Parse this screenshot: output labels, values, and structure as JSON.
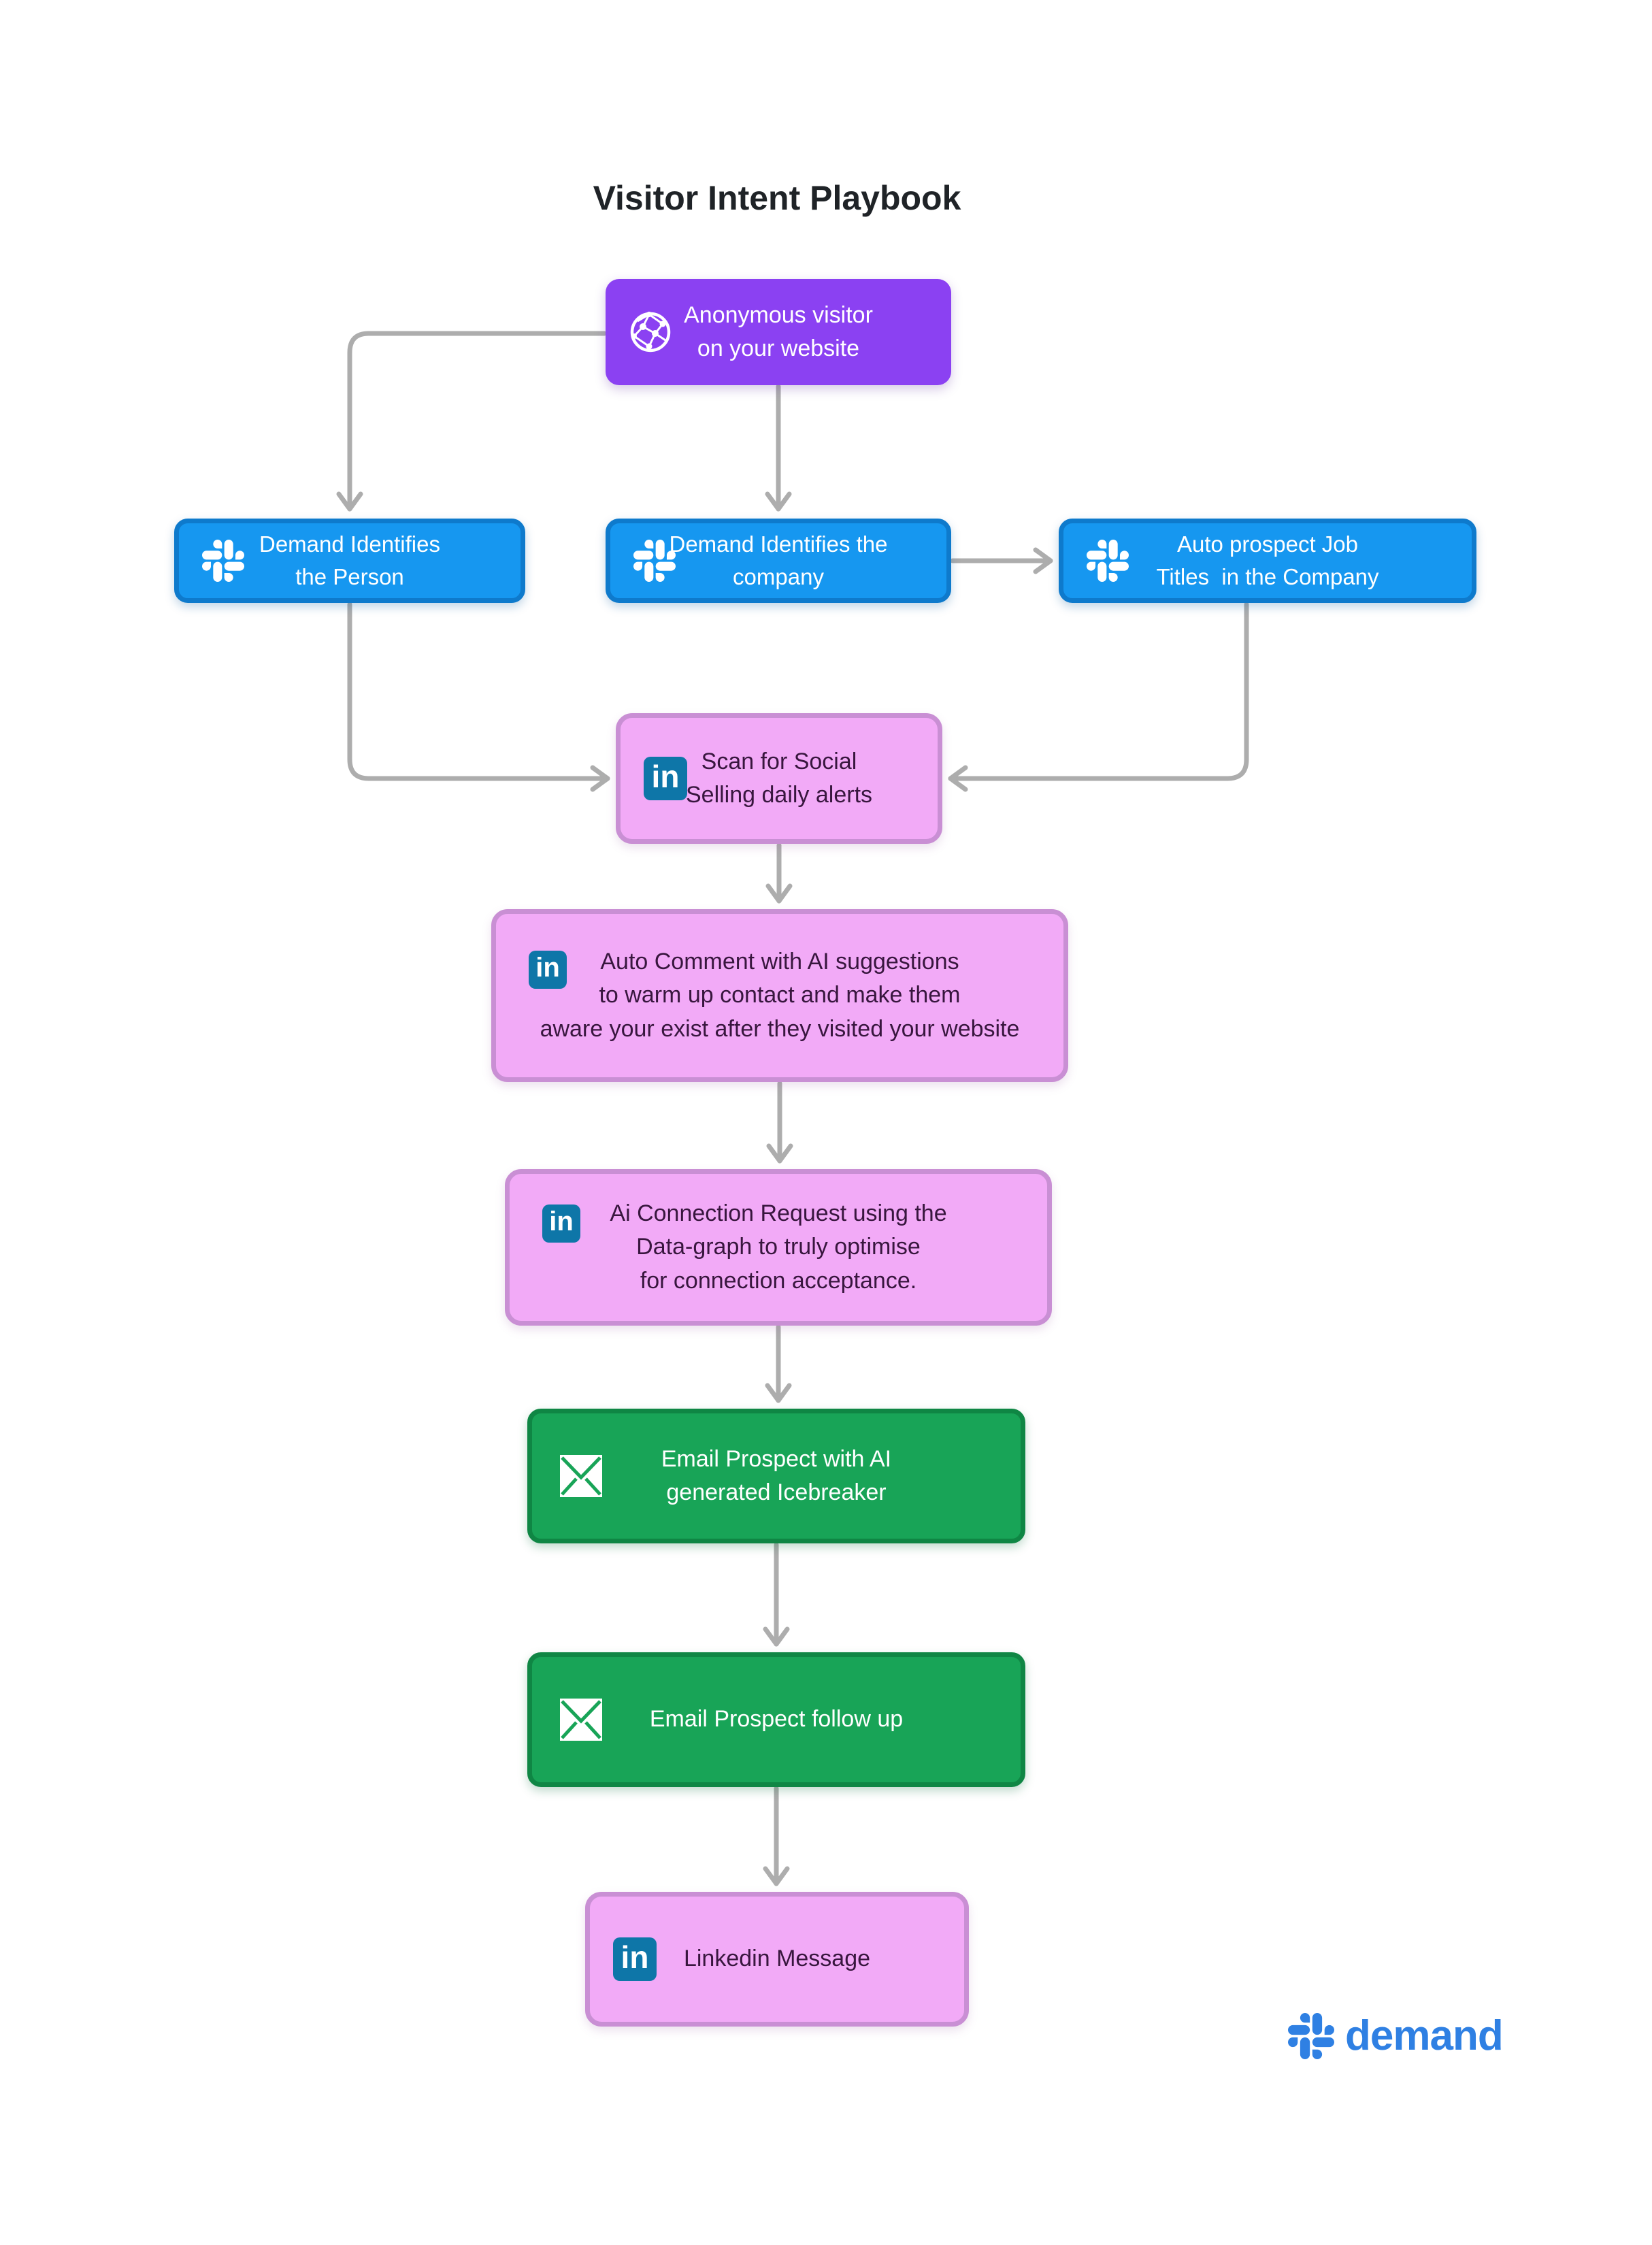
{
  "title": "Visitor Intent Playbook",
  "nodes": {
    "anonymous": {
      "icon": "globe-network-icon",
      "lines": [
        "Anonymous visitor",
        "on your website"
      ]
    },
    "identify_person": {
      "icon": "demand-logo-icon",
      "lines": [
        "Demand Identifies",
        "the Person"
      ]
    },
    "identify_company": {
      "icon": "demand-logo-icon",
      "lines": [
        "Demand Identifies the",
        "company"
      ]
    },
    "auto_prospect": {
      "icon": "demand-logo-icon",
      "lines": [
        "Auto prospect Job",
        "Titles  in the Company"
      ]
    },
    "scan_social": {
      "icon": "linkedin-icon",
      "lines": [
        "Scan for Social",
        "Selling daily alerts"
      ]
    },
    "auto_comment": {
      "icon": "linkedin-icon",
      "lines": [
        "Auto Comment with AI suggestions",
        "to warm up contact and make them",
        "aware your exist after they visited your website"
      ]
    },
    "ai_connection": {
      "icon": "linkedin-icon",
      "lines": [
        "Ai Connection Request using the",
        "Data-graph to truly optimise",
        "for connection acceptance."
      ]
    },
    "email_icebreaker": {
      "icon": "email-icon",
      "lines": [
        "Email Prospect with AI",
        "generated Icebreaker"
      ]
    },
    "email_followup": {
      "icon": "email-icon",
      "lines": [
        "Email Prospect follow up"
      ]
    },
    "linkedin_message": {
      "icon": "linkedin-icon",
      "lines": [
        "Linkedin Message"
      ]
    }
  },
  "icons": {
    "linkedin_glyph": "in"
  },
  "footer": {
    "brand": "demand"
  },
  "colors": {
    "purple": "#8B41F2",
    "blue": "#1697F0",
    "blue_border": "#0E7ACC",
    "pink": "#F2AAF7",
    "pink_border": "#C98FD4",
    "green": "#18A457",
    "green_border": "#0F8644",
    "connector_gray": "#ADADAD",
    "linkedin_blue": "#0E76A8",
    "brand_blue": "#2F80E3",
    "dark_plum_text": "#38163E",
    "title_text": "#1F2327",
    "white": "#FFFFFF"
  }
}
